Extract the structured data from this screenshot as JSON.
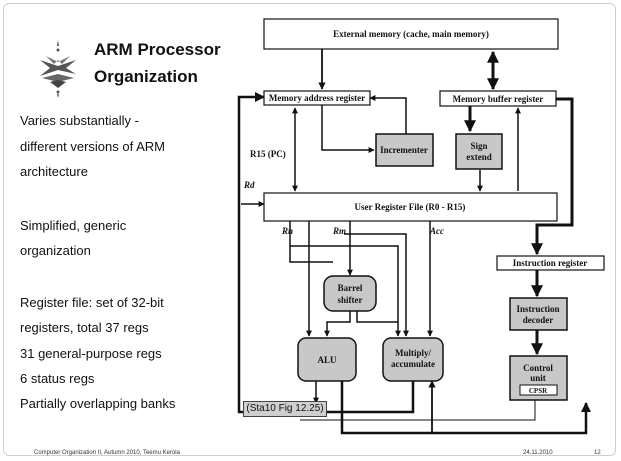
{
  "slide": {
    "title_line1": "ARM Processor",
    "title_line2": "Organization",
    "body": [
      "Varies substantially -",
      "different versions of ARM",
      "architecture",
      "Simplified, generic",
      "organization",
      "Register file: set of 32-bit",
      "registers, total 37 regs",
      "31 general-purpose regs",
      "6 status regs",
      "Partially overlapping banks"
    ],
    "caption": "(Sta10 Fig 12.25)",
    "footer_left": "Computer Organization II, Autumn 2010, Teemu Kerola",
    "footer_date": "24.11.2010",
    "footer_page": "12",
    "logo_icon": "university-helsinki-flame-logo"
  },
  "diagram": {
    "external_memory": "External memory (cache, main memory)",
    "memory_address_register": "Memory address register",
    "memory_buffer_register": "Memory buffer register",
    "incrementer": "Incrementer",
    "sign_extend_1": "Sign",
    "sign_extend_2": "extend",
    "r15_pc": "R15 (PC)",
    "rd": "Rd",
    "user_register_file": "User Register File (R0 - R15)",
    "rn": "Rn",
    "rm": "Rm",
    "acc": "Acc",
    "barrel_shifter_1": "Barrel",
    "barrel_shifter_2": "shifter",
    "alu": "ALU",
    "multiply_1": "Multiply/",
    "multiply_2": "accumulate",
    "instruction_register": "Instruction register",
    "instruction_decoder_1": "Instruction",
    "instruction_decoder_2": "decoder",
    "control_unit_1": "Control",
    "control_unit_2": "unit",
    "cpsr": "CPSR"
  },
  "colors": {
    "box_fill": "#ffffff",
    "unit_fill": "#c8c8c8",
    "line": "#111111"
  }
}
